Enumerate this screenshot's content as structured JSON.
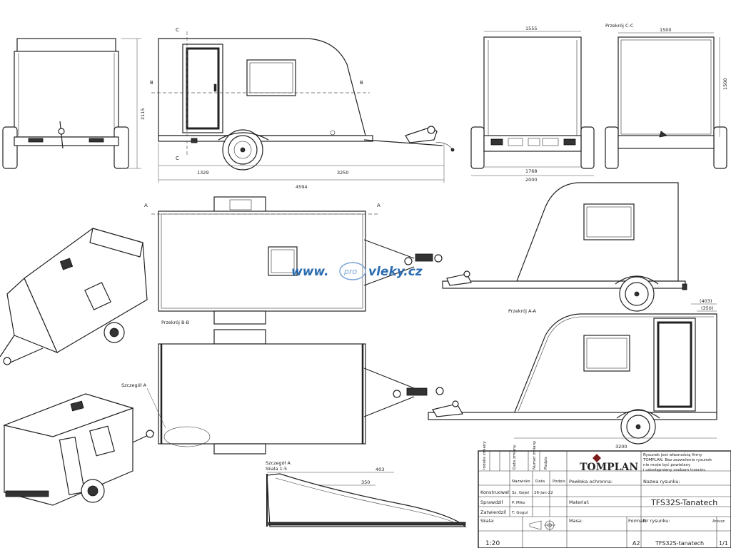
{
  "dimensions": {
    "height_2115": "2115",
    "len_1329": "1329",
    "len_3250": "3250",
    "len_4594": "4594",
    "width_1555": "1555",
    "width_1768": "1768",
    "width_2000": "2000",
    "width_1500": "1500",
    "height_1500": "1500",
    "len_3200": "3200",
    "d_403_paren": "(403)",
    "d_350_paren": "(350)",
    "d_403": "403",
    "d_350": "350"
  },
  "section_labels": {
    "c_top": "C",
    "c_bottom": "C",
    "b_left": "B",
    "b_right": "B",
    "a_left": "A",
    "a_right": "A",
    "section_cc": "Przekrój  C-C",
    "section_bb": "Przekrój  B-B",
    "section_aa": "Przekrój  A-A",
    "detail_a": "Szczegół A",
    "detail_title": "Szczegół  A",
    "detail_scale": "Skala  1:5"
  },
  "watermark": {
    "www": "www.",
    "pro": "pro",
    "domain": "vleky.cz"
  },
  "title_block": {
    "company": "TOMPLAN",
    "notice": [
      "Rysunek jest własnością firmy",
      "TOMPLAN. Bez zezwolenia rysunek",
      "nie może być powielany",
      "i udostępniany osobom trzecim."
    ],
    "col_headers": [
      "Nazwisko",
      "Data",
      "Podpis"
    ],
    "rev_headers": [
      "Indeks zmiany",
      "Data zmiany",
      "Numer zmiany",
      "Podpis"
    ],
    "roles": [
      {
        "role": "Konstruował",
        "name": "Sz. Gejel",
        "date": "26-Jan-22"
      },
      {
        "role": "Sprawdził",
        "name": "P. Miko",
        "date": ""
      },
      {
        "role": "Zatwierdził",
        "name": "T. Gogul",
        "date": ""
      }
    ],
    "coating_label": "Powłoka ochronna:",
    "drawing_name_label": "Nazwa rysunku:",
    "material_label": "Materiał:",
    "drawing_name": "TFS32S-Tanatech",
    "scale_label": "Skala:",
    "scale": "1:20",
    "mass_label": "Masa:",
    "format_label": "Format:",
    "format": "A2",
    "drawing_no_label": "Nr rysunku:",
    "drawing_no": "TFS32S-tanatech",
    "sheet_label": "Arkusz:",
    "sheet": "1/1"
  }
}
